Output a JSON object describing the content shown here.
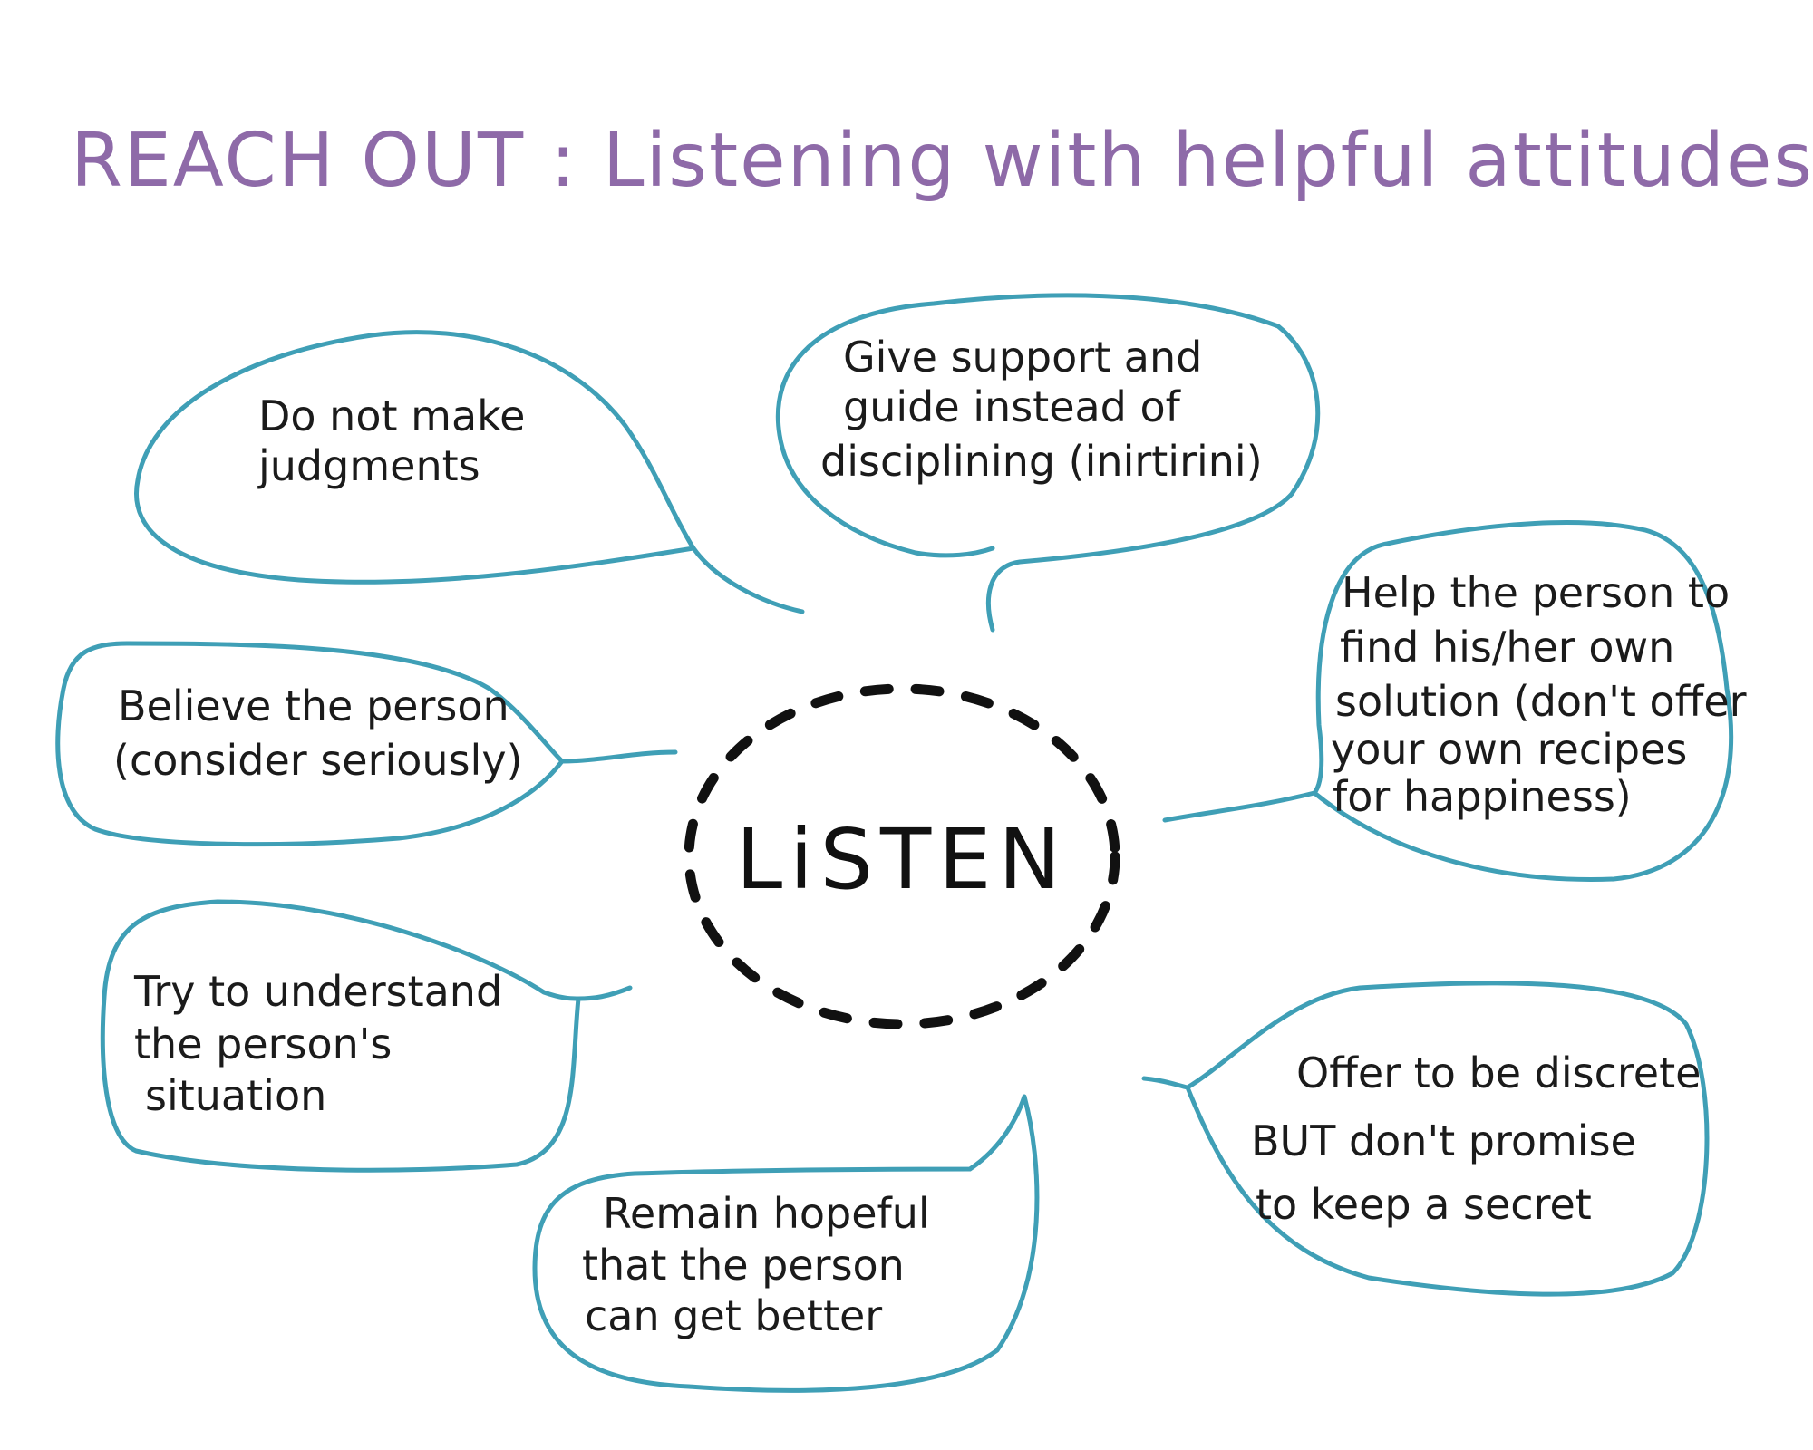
{
  "title": "REACH OUT : Listening with helpful attitudes",
  "center": "LiSTEN",
  "bubbles": [
    {
      "id": "judgments",
      "lines": [
        "Do not make",
        "judgments"
      ]
    },
    {
      "id": "support",
      "lines": [
        "Give support and",
        "guide instead of",
        "disciplining (inirtirini)"
      ]
    },
    {
      "id": "solution",
      "lines": [
        "Help the person to",
        "find his/her own",
        "solution (don't offer",
        "your own recipes",
        "for happiness)"
      ]
    },
    {
      "id": "believe",
      "lines": [
        "Believe the person",
        "(consider seriously)"
      ]
    },
    {
      "id": "understand",
      "lines": [
        "Try to understand",
        "the person's",
        "situation"
      ]
    },
    {
      "id": "hopeful",
      "lines": [
        "Remain hopeful",
        "that the person",
        "can get better"
      ]
    },
    {
      "id": "discrete",
      "lines": [
        "Offer to be discrete",
        "BUT don't promise",
        "to keep a secret"
      ]
    }
  ],
  "colors": {
    "title": "#8e6aa8",
    "bubble_outline": "#3f9fb6",
    "text": "#1b1b1b"
  }
}
